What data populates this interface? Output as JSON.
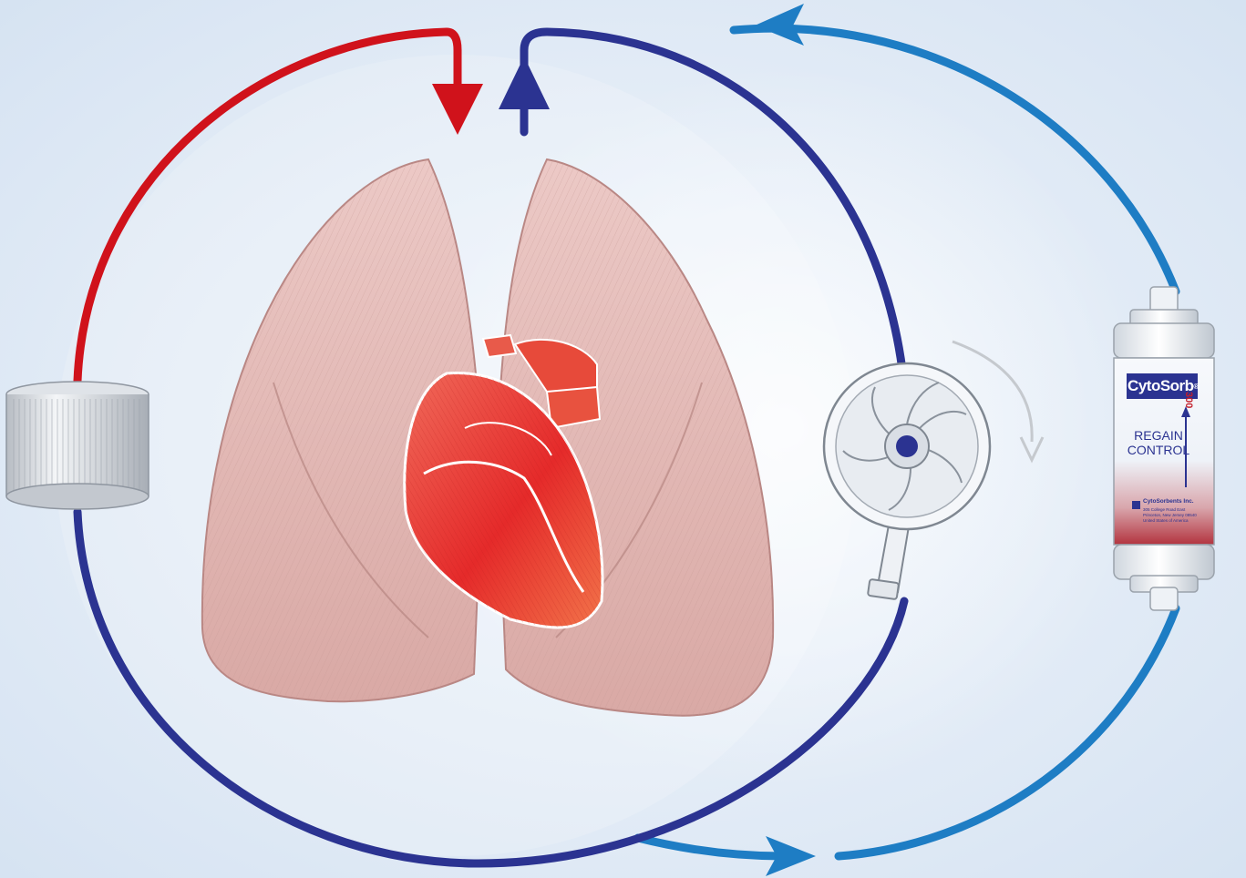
{
  "device": {
    "brand": "CytoSorb",
    "registered_mark": "®",
    "model": "300",
    "slogan_line1": "REGAIN",
    "slogan_line2": "CONTROL",
    "company": "CytoSorbents Inc.",
    "address_line1": "305 College Road East",
    "address_line2": "Princeton, New Jersey 08540",
    "address_line3": "United States of America"
  },
  "colors": {
    "background": "#e4edf8",
    "arterial_red": "#d0121b",
    "venous_navy": "#2b3391",
    "extracorporeal_blue": "#1e7dc4",
    "heart_red": "#e63a3a",
    "lung_pink": "#e8c0c0",
    "device_red": "#c31e2a"
  },
  "icons": {
    "oxygenator": "cylindrical-oxygenator-icon",
    "pump": "centrifugal-pump-icon",
    "rotation": "clockwise-rotation-arrow-icon",
    "heart": "heart-illustration",
    "lungs": "lungs-illustration",
    "adsorber": "cytosorb-cartridge-icon"
  }
}
